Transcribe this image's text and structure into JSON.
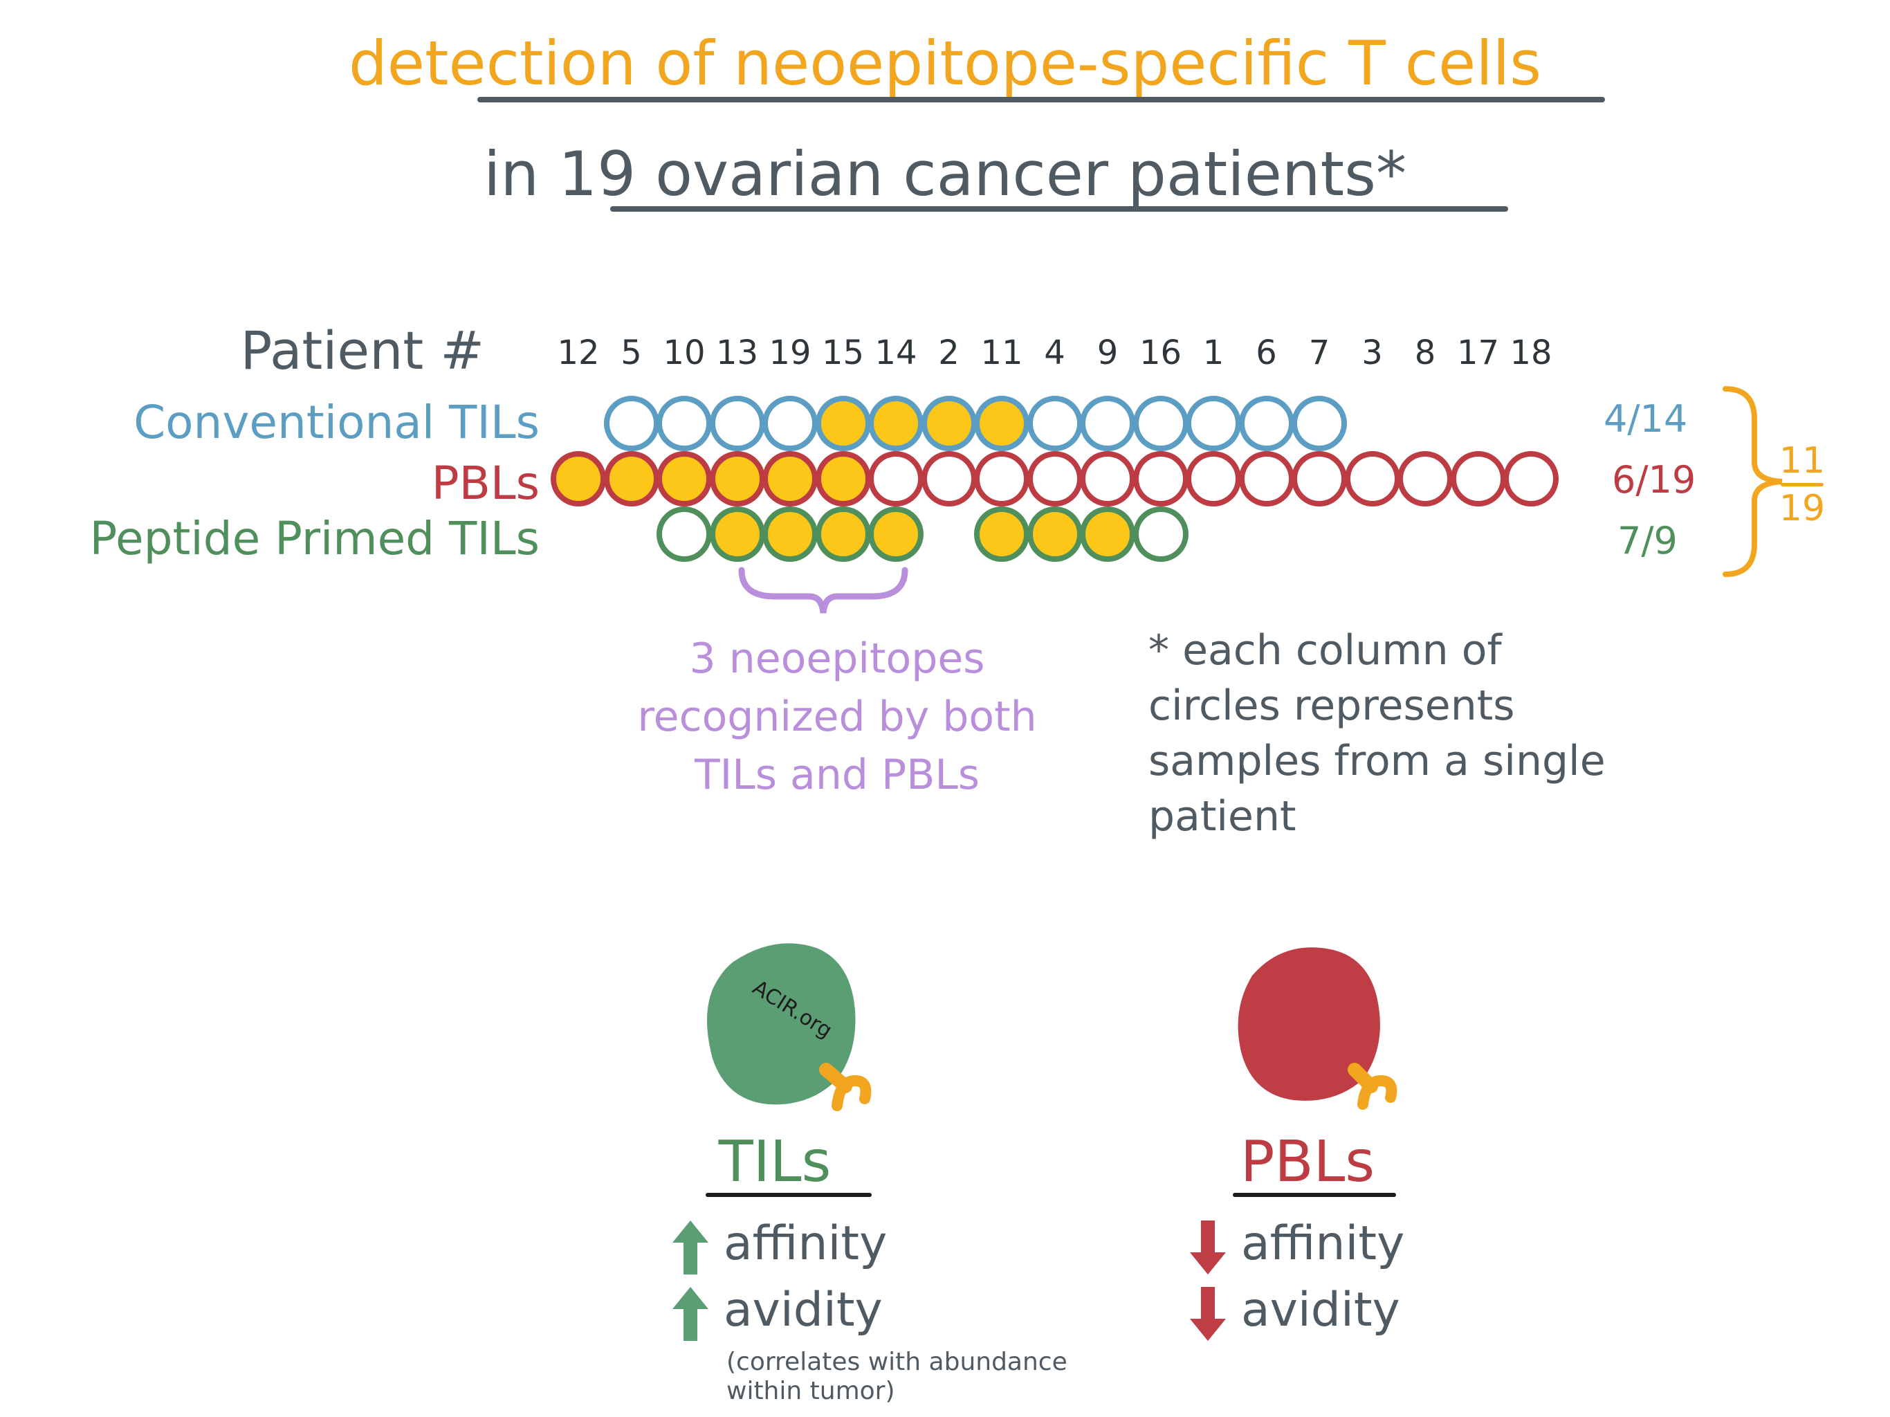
{
  "title": {
    "line1": "detection of neoepitope-specific T cells",
    "line2": "in 19 ovarian cancer patients*"
  },
  "row_labels": {
    "patient": "Patient #",
    "conventional": "Conventional TILs",
    "pbls": "PBLs",
    "peptide": "Peptide Primed TILs"
  },
  "patients": [
    "12",
    "5",
    "10",
    "13",
    "19",
    "15",
    "14",
    "2",
    "11",
    "4",
    "9",
    "16",
    "1",
    "6",
    "7",
    "3",
    "8",
    "17",
    "18"
  ],
  "samples": {
    "conventional": [
      null,
      "neg",
      "neg",
      "neg",
      "neg",
      "pos",
      "pos",
      "pos",
      "pos",
      "neg",
      "neg",
      "neg",
      "neg",
      "neg",
      "neg",
      null,
      null,
      null,
      null
    ],
    "pbls": [
      "pos",
      "pos",
      "pos",
      "pos",
      "pos",
      "pos",
      "neg",
      "neg",
      "neg",
      "neg",
      "neg",
      "neg",
      "neg",
      "neg",
      "neg",
      "neg",
      "neg",
      "neg",
      "neg"
    ],
    "peptide": [
      null,
      null,
      "neg",
      "pos",
      "pos",
      "pos",
      "pos",
      null,
      "pos",
      "pos",
      "pos",
      "neg",
      null,
      null,
      null,
      null,
      null,
      null,
      null
    ]
  },
  "fractions": {
    "conventional": "4/14",
    "pbls": "6/19",
    "peptide": "7/9",
    "total_num": "11",
    "total_den": "19"
  },
  "annotation_purple": "3 neoepitopes recognized by both TILs and PBLs",
  "footnote": "* each column of circles represents samples from a single patient",
  "watermark": "ACIR.org",
  "tils": {
    "label": "TILs",
    "prop1": "affinity",
    "prop2": "avidity",
    "note": "(correlates with abundance within tumor)"
  },
  "pbls_cell": {
    "label": "PBLs",
    "prop1": "affinity",
    "prop2": "avidity"
  },
  "colors": {
    "title": "#f2a51e",
    "text_dark": "#4f5a62",
    "conventional": "#5b9dc3",
    "pbls": "#bd3b43",
    "peptide": "#4f8f5c",
    "positive_fill": "#fcc719",
    "purple": "#b98fdc",
    "til_cell": "#5c9e74",
    "pbl_cell": "#bf3d44",
    "receptor": "#f2a51e"
  }
}
